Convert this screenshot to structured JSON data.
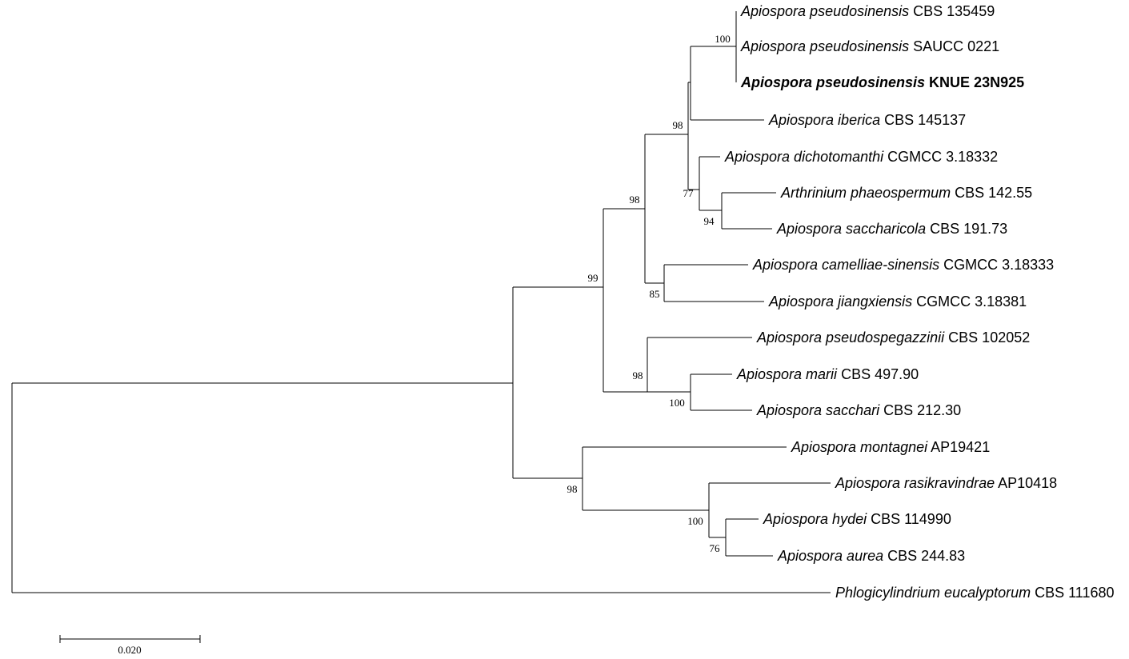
{
  "tree": {
    "taxa": [
      {
        "id": "t1",
        "species": "Apiospora pseudosinensis",
        "strain": "CBS 135459",
        "bold": false
      },
      {
        "id": "t2",
        "species": "Apiospora pseudosinensis",
        "strain": "SAUCC 0221",
        "bold": false
      },
      {
        "id": "t3",
        "species": "Apiospora pseudosinensis",
        "strain": "KNUE 23N925",
        "bold": true
      },
      {
        "id": "t4",
        "species": "Apiospora iberica",
        "strain": "CBS 145137",
        "bold": false
      },
      {
        "id": "t5",
        "species": "Apiospora dichotomanthi",
        "strain": "CGMCC 3.18332",
        "bold": false
      },
      {
        "id": "t6",
        "species": "Arthrinium phaeospermum",
        "strain": "CBS 142.55",
        "bold": false
      },
      {
        "id": "t7",
        "species": "Apiospora saccharicola",
        "strain": "CBS 191.73",
        "bold": false
      },
      {
        "id": "t8",
        "species": "Apiospora camelliae-sinensis",
        "strain": "CGMCC 3.18333",
        "bold": false
      },
      {
        "id": "t9",
        "species": "Apiospora jiangxiensis",
        "strain": "CGMCC 3.18381",
        "bold": false
      },
      {
        "id": "t10",
        "species": "Apiospora pseudospegazzinii",
        "strain": "CBS 102052",
        "bold": false
      },
      {
        "id": "t11",
        "species": "Apiospora marii",
        "strain": "CBS 497.90",
        "bold": false
      },
      {
        "id": "t12",
        "species": "Apiospora sacchari",
        "strain": "CBS 212.30",
        "bold": false
      },
      {
        "id": "t13",
        "species": "Apiospora montagnei",
        "strain": "AP19421",
        "bold": false
      },
      {
        "id": "t14",
        "species": "Apiospora rasikravindrae",
        "strain": "AP10418",
        "bold": false
      },
      {
        "id": "t15",
        "species": "Apiospora hydei",
        "strain": "CBS 114990",
        "bold": false
      },
      {
        "id": "t16",
        "species": "Apiospora aurea",
        "strain": "CBS 244.83",
        "bold": false
      },
      {
        "id": "t17",
        "species": "Phlogicylindrium eucalyptorum",
        "strain": "CBS 111680",
        "bold": false
      }
    ],
    "bootstrap": [
      {
        "node": "n_pseudosinensis",
        "value": "100"
      },
      {
        "node": "n_iberica",
        "value": "98"
      },
      {
        "node": "n_upper",
        "value": "98"
      },
      {
        "node": "n_dicho",
        "value": "77"
      },
      {
        "node": "n_phaeo",
        "value": "94"
      },
      {
        "node": "n_camel",
        "value": "85"
      },
      {
        "node": "n_main",
        "value": "99"
      },
      {
        "node": "n_marii",
        "value": "98"
      },
      {
        "node": "n_sacch",
        "value": "100"
      },
      {
        "node": "n_montag",
        "value": "98"
      },
      {
        "node": "n_rasik",
        "value": "100"
      },
      {
        "node": "n_hydei",
        "value": "76"
      }
    ],
    "scale_bar": {
      "label": "0.020",
      "value": 0.02
    }
  }
}
